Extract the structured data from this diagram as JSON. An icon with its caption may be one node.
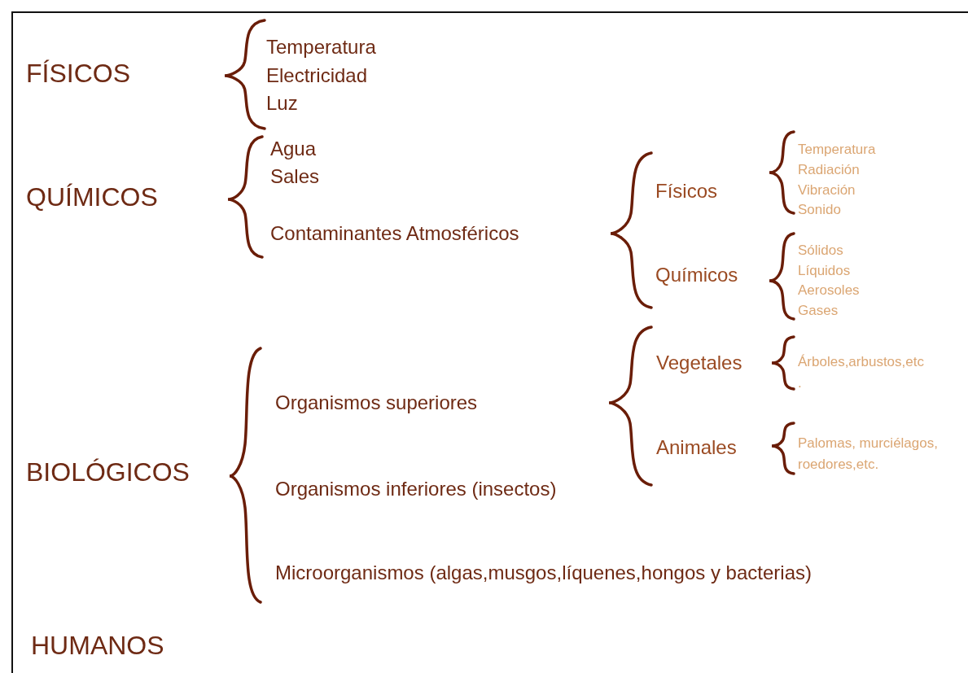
{
  "diagram": {
    "labels": [
      "FÍSICOS",
      "Temperatura",
      "Electricidad",
      "Luz",
      "QUÍMICOS",
      "Agua",
      "Sales",
      "Contaminantes Atmosféricos",
      "Físicos",
      "Temperatura",
      "Radiación",
      "Vibración",
      "Sonido",
      "Químicos",
      "Sólidos",
      "Líquidos",
      "Aerosoles",
      "Gases",
      "BIOLÓGICOS",
      "Organismos superiores",
      "Vegetales",
      "Árboles,arbustos,etc .",
      "Animales",
      "Palomas, murciélagos, roedores,etc.",
      "Organismos inferiores (insectos)",
      "Microorganismos (algas,musgos,líquenes,hongos y bacterias)",
      "HUMANOS"
    ]
  }
}
